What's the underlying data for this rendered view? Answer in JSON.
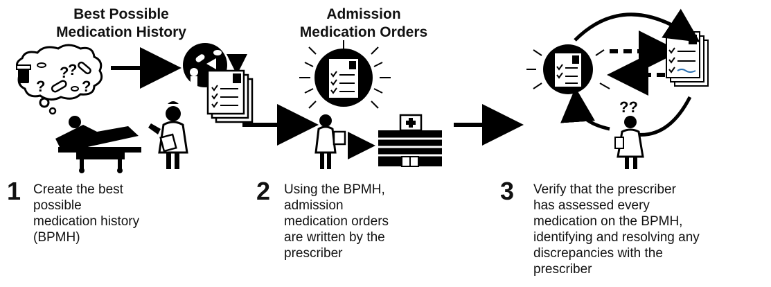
{
  "steps": [
    {
      "title": "Best Possible\nMedication History",
      "number": "1",
      "text": "Create the best\npossible\nmedication history\n(BPMH)"
    },
    {
      "title": "Admission\nMedication Orders",
      "number": "2",
      "text": "Using the BPMH,\nadmission\nmedication orders\nare written by the\nprescriber"
    },
    {
      "title": "",
      "number": "3",
      "text": "Verify that the prescriber\nhas assessed every\nmedication on the BPMH,\nidentifying and resolving any\ndiscrepancies with the\nprescriber"
    }
  ],
  "icons": {
    "thought_marks": "?",
    "pharmacist_marks": "??"
  }
}
